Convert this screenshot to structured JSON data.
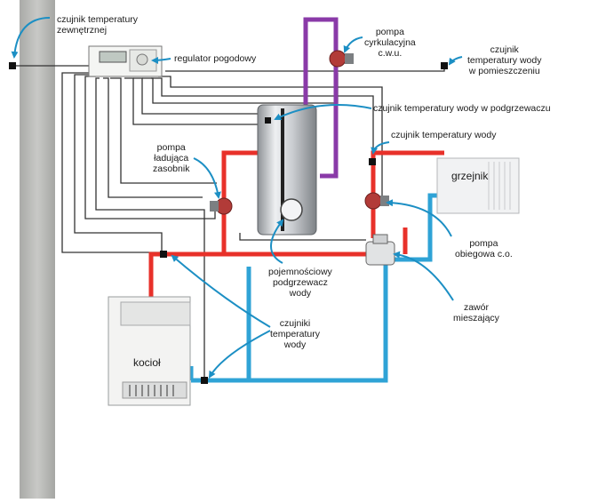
{
  "colors": {
    "hot_pipe": "#e8312a",
    "cold_pipe": "#2fa3d6",
    "circulation_pipe": "#8a3aa8",
    "signal_wire": "#333333",
    "annotation_arrow": "#1c8fc4",
    "wall": "#b9bab7"
  },
  "labels": {
    "outdoor_sensor": [
      "czujnik temperatury",
      "zewnętrznej"
    ],
    "weather_controller": "regulator pogodowy",
    "dhw_circ_pump": [
      "pompa",
      "cyrkulacyjna",
      "c.w.u."
    ],
    "room_sensor": [
      "czujnik",
      "temperatury wody",
      "w pomieszczeniu"
    ],
    "tank_sensor": "czujnik temperatury wody w podgrzewaczu",
    "water_temp_sensor": "czujnik temperatury wody",
    "radiator": "grzejnik",
    "tank_pump": [
      "pompa",
      "ładująca",
      "zasobnik"
    ],
    "heating_pump": [
      "pompa",
      "obiegowa c.o."
    ],
    "tank": [
      "pojemnościowy",
      "podgrzewacz",
      "wody"
    ],
    "mixing_valve": [
      "zawór",
      "mieszający"
    ],
    "water_sensors": [
      "czujniki",
      "temperatury",
      "wody"
    ],
    "boiler": "kocioł"
  },
  "icons": {
    "pump": "circulation-pump-icon",
    "sensor": "temperature-sensor-icon",
    "valve": "mixing-valve-icon"
  }
}
